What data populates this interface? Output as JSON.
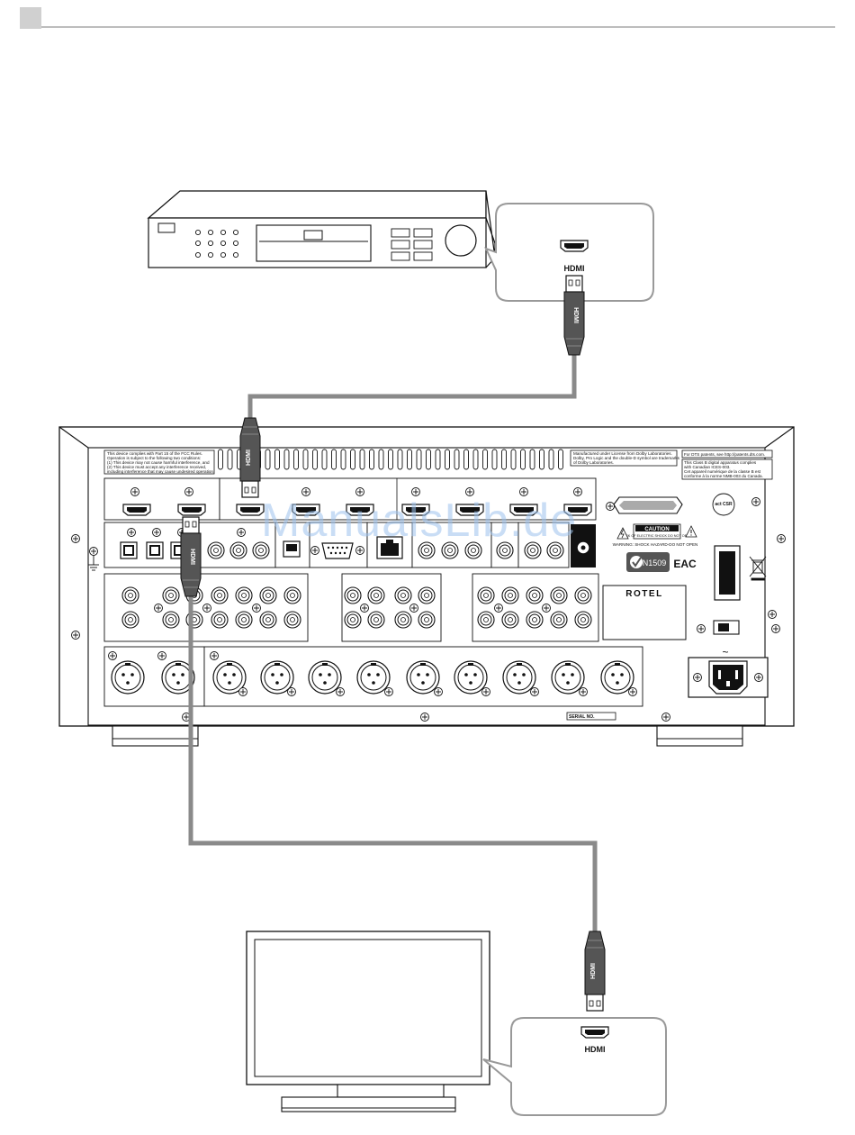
{
  "hdmi_label": "HDMI",
  "cable_label": "HDMI",
  "brand": "ROTEL",
  "caution_title": "CAUTION",
  "caution_sub": "RISK OF ELECTRIC SHOCK DO NOT OPEN",
  "warning_text": "WARNING: SHOCK HAZARD-DO NOT OPEN",
  "certification_code": "N1509",
  "eac_mark": "EAC",
  "act_badge": "act CSR",
  "serial_label": "SERIAL NO.",
  "ac_symbol": "~",
  "watermark": "ManualsLib.de",
  "fcc_notice": [
    "This device complies with Part 15 of the FCC Rules.",
    "Operation is subject to the following two conditions:",
    "(1) This device may not cause harmful interference, and",
    "(2) This device must accept any interference received,",
    "including interference that may cause undesired operation."
  ],
  "dolby_notice": [
    "Manufactured under License from Dolby Laboratories.",
    "Dolby, Pro Logic and the double-D symbol are trademarks",
    "of Dolby Laboratories."
  ],
  "dts_notice": "For DTS patents, see http://patents.dts.com.",
  "canada_notice": [
    "This Class B digital apparatus complies",
    "with Canadian ICES-003.",
    "Cet appareil numérique de la classe B est",
    "conforme à la norme NMB-003 du Canada."
  ],
  "colors": {
    "cable": "#8a8a8a",
    "line": "#111111",
    "watermark": "#9ec3ee"
  }
}
